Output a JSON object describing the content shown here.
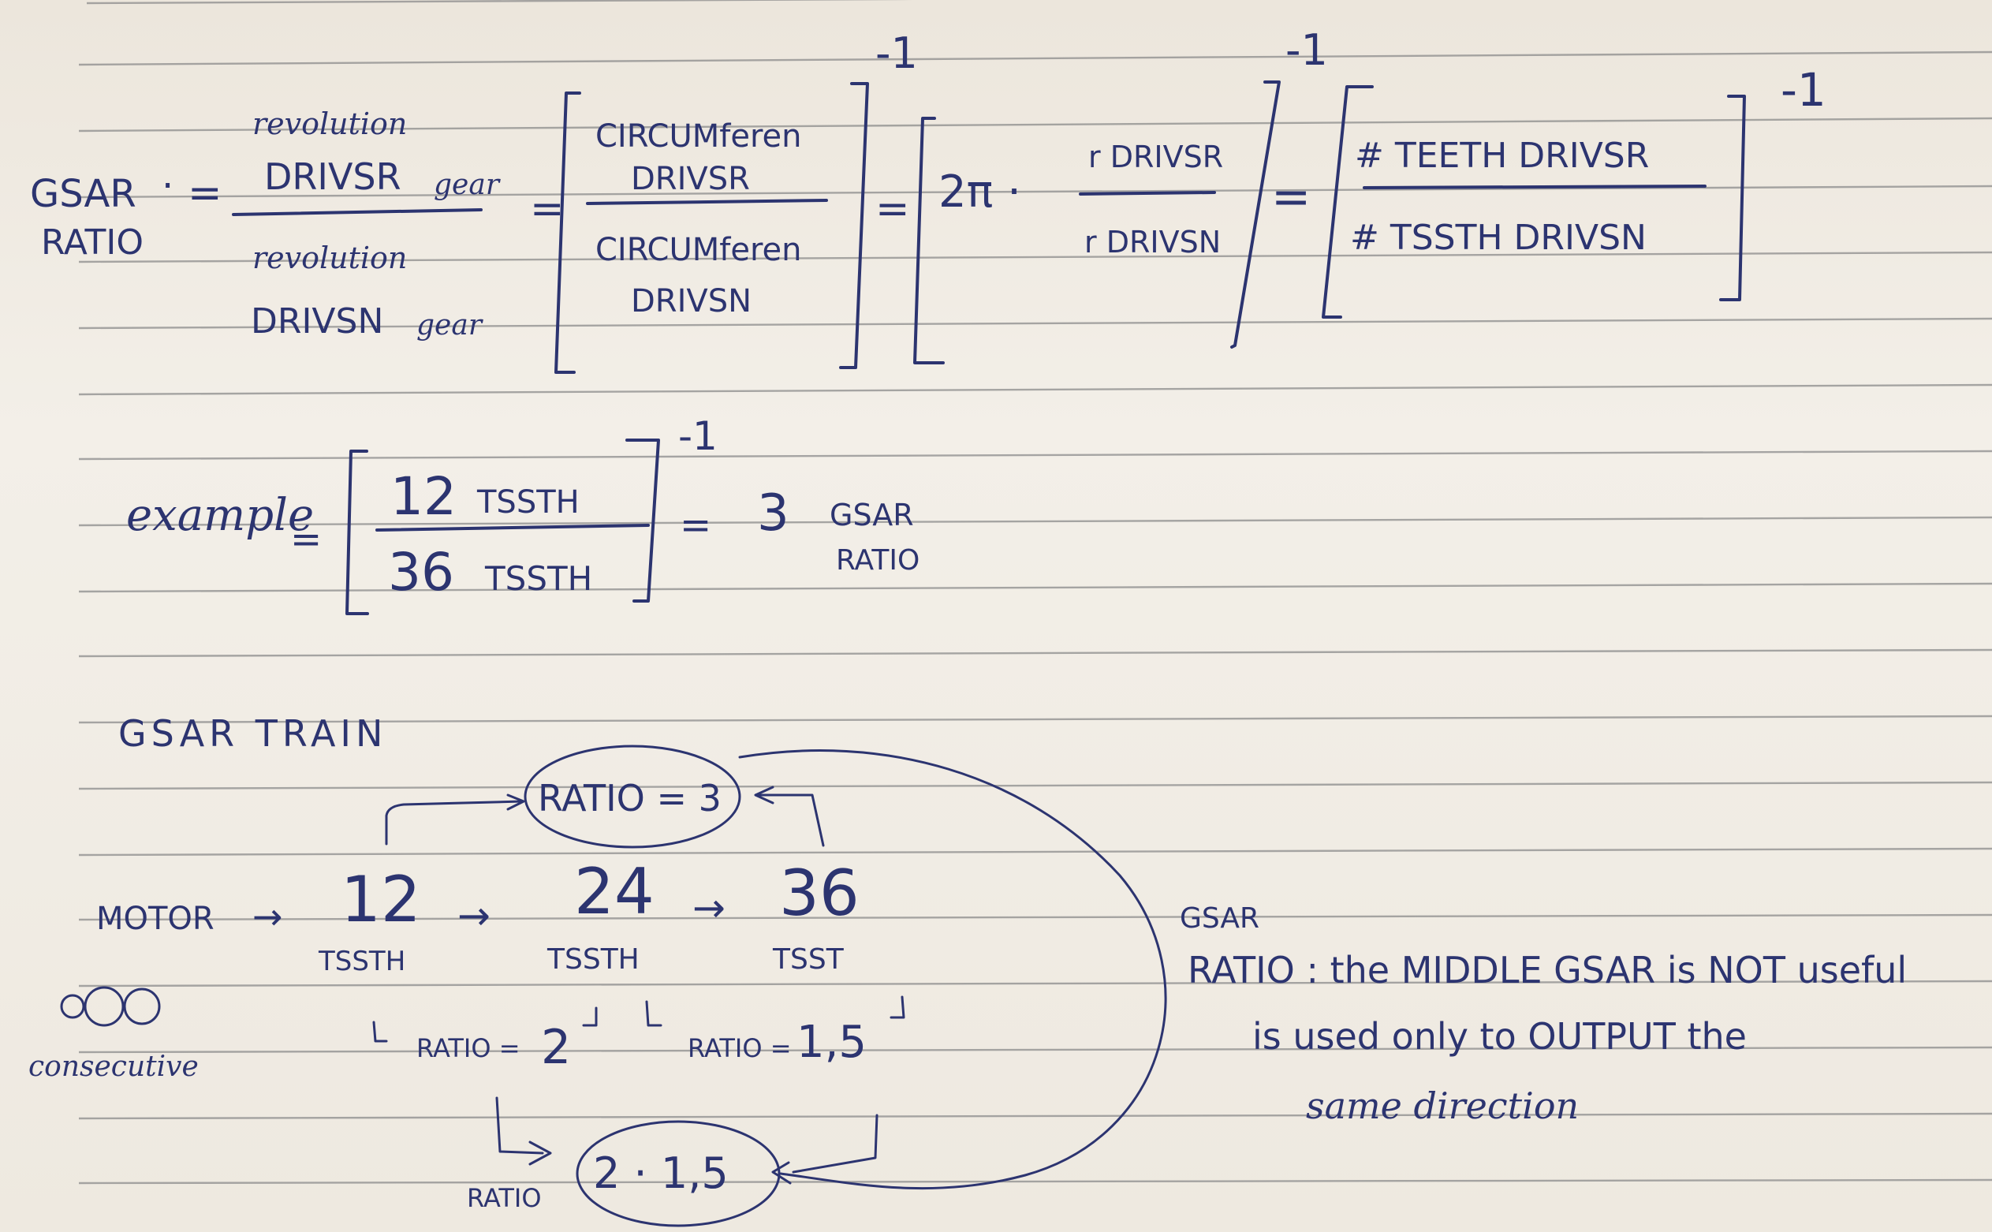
{
  "formula": {
    "lhs_top": "GSAR",
    "lhs_dot": "·",
    "lhs_bottom": "RATIO",
    "eq1": "=",
    "rev_driver_top": "revolution",
    "rev_driver_main": "DRIVSR",
    "rev_driver_suffix": "gear",
    "rev_driven_top": "revolution",
    "rev_driven_main": "DRIVSN",
    "rev_driven_suffix": "gear",
    "eq2": "=",
    "circ_driver_top": "CIRCUMferen",
    "circ_driver_bottom": "DRIVSR",
    "circ_driven_top": "CIRCUMferen",
    "circ_driven_bottom": "DRIVSN",
    "exp1": "-1",
    "eq3": "=",
    "two_pi": "2π ·",
    "r_driver": "r DRIVSR",
    "r_driven": "r DRIVSN",
    "exp2": "-1",
    "eq4": "=",
    "teeth_driver": "# TEETH DRIVSR",
    "teeth_driven": "# TSSTH DRIVSN",
    "exp3": "-1"
  },
  "example": {
    "label": "example",
    "eq": "=",
    "num_value": "12",
    "num_unit": "TSSTH",
    "den_value": "36",
    "den_unit": "TSSTH",
    "exp": "-1",
    "result_eq": "=",
    "result_value": "3",
    "result_top": "GSAR",
    "result_bottom": "RATIO"
  },
  "gear_train": {
    "heading": "GSAR TRAIN",
    "ratio_top": "RATIO = 3",
    "motor": "MOTOR",
    "arrow": "→",
    "gear1_value": "12",
    "gear1_unit": "TSSTH",
    "gear2_value": "24",
    "gear2_unit": "TSSTH",
    "gear3_value": "36",
    "gear3_unit": "TSST",
    "ratio_a_label": "RATIO =",
    "ratio_a_value": "2",
    "ratio_b_label": "RATIO =",
    "ratio_b_value": "1,5",
    "consecutive": "consecutive",
    "product": "2 · 1,5",
    "product_label": "RATIO"
  },
  "note": {
    "prefix_top": "GSAR",
    "line1": "RATIO : the MIDDLE GSAR is NOT useful",
    "line2": "is used only to OUTPUT the",
    "line3": "same direction"
  }
}
